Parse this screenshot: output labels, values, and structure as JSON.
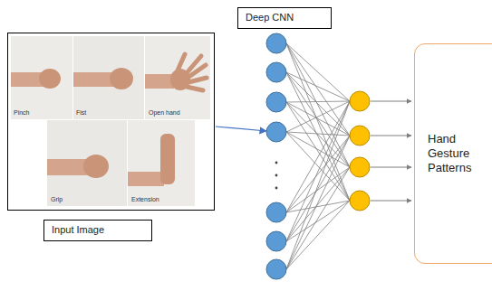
{
  "diagram": {
    "nodes": [
      {
        "text": [
          "Input Image"
        ]
      },
      {
        "text": [
          "Deep CNN"
        ]
      },
      {
        "text": [
          "Hand Gesture Patterns"
        ]
      }
    ],
    "labels": [
      "Pinch",
      "Fist",
      "Open hand",
      "Grip",
      "Extension"
    ]
  }
}
